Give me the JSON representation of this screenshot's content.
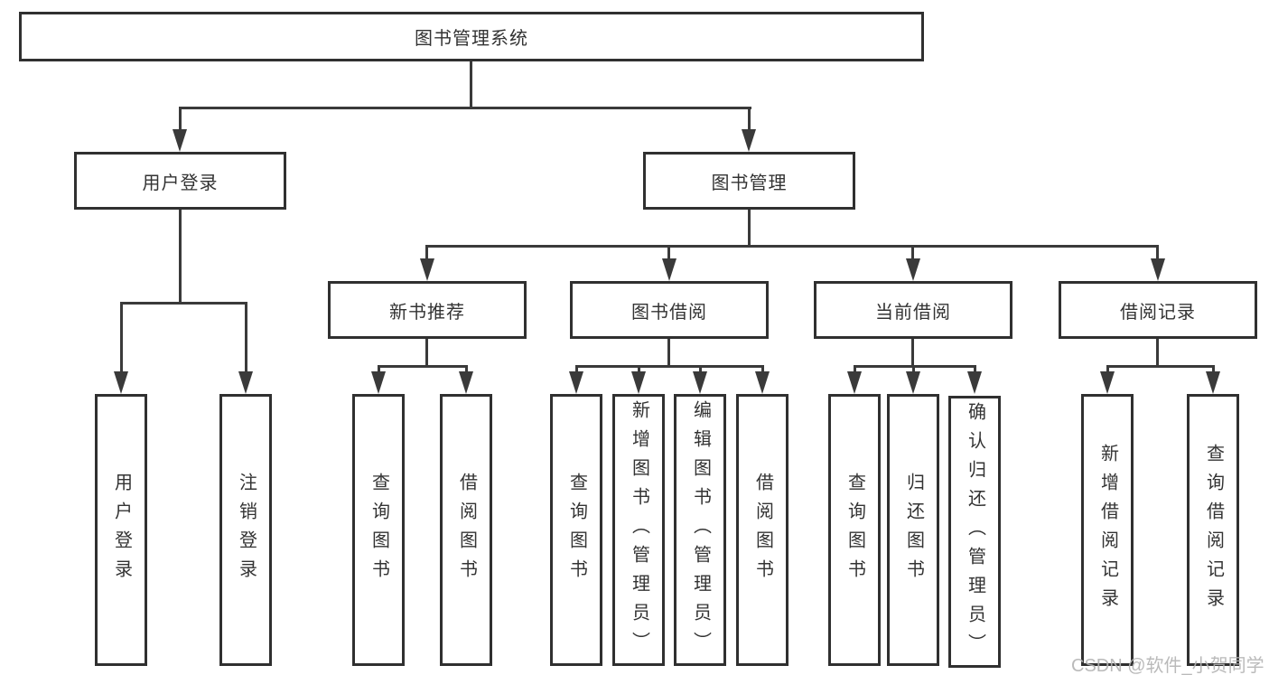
{
  "diagram": {
    "root": {
      "label": "图书管理系统"
    },
    "branches": [
      {
        "label": "用户登录",
        "leaves": [
          {
            "label": "用户登录"
          },
          {
            "label": "注销登录"
          }
        ]
      },
      {
        "label": "图书管理",
        "groups": [
          {
            "label": "新书推荐",
            "leaves": [
              {
                "label": "查询图书"
              },
              {
                "label": "借阅图书"
              }
            ]
          },
          {
            "label": "图书借阅",
            "leaves": [
              {
                "label": "查询图书"
              },
              {
                "label": "新增图书（管理员）"
              },
              {
                "label": "编辑图书（管理员）"
              },
              {
                "label": "借阅图书"
              }
            ]
          },
          {
            "label": "当前借阅",
            "leaves": [
              {
                "label": "查询图书"
              },
              {
                "label": "归还图书"
              },
              {
                "label": "确认归还（管理员）"
              }
            ]
          },
          {
            "label": "借阅记录",
            "leaves": [
              {
                "label": "新增借阅记录"
              },
              {
                "label": "查询借阅记录"
              }
            ]
          }
        ]
      }
    ]
  },
  "watermark": {
    "text": "CSDN @软件_小贺同学"
  },
  "colors": {
    "line": "#3a3a3a",
    "box_border": "#303030",
    "text": "#333333",
    "background": "#ffffff",
    "watermark": "#b3b3b3"
  }
}
